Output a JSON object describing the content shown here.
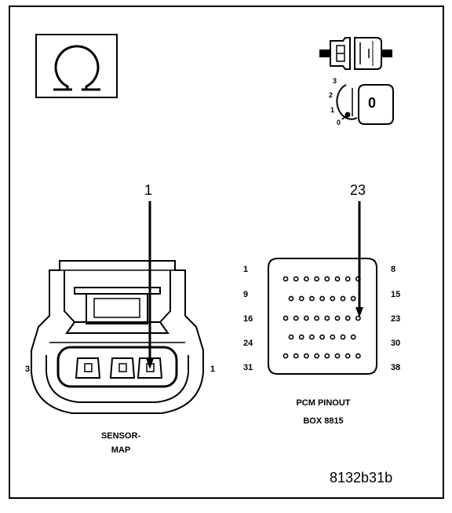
{
  "connector": {
    "callout_pin": "1",
    "end_left": "3",
    "end_right": "1",
    "caption_line1": "SENSOR-",
    "caption_line2": "MAP"
  },
  "pcm": {
    "callout_pin": "23",
    "row_left_labels": [
      "1",
      "9",
      "16",
      "24",
      "31"
    ],
    "row_right_labels": [
      "8",
      "15",
      "23",
      "30",
      "38"
    ],
    "caption_line1": "PCM PINOUT",
    "caption_line2": "BOX 8815"
  },
  "key_switch": {
    "positions": [
      "3",
      "2",
      "1",
      "0"
    ],
    "key_label": "0"
  },
  "figure_id": "8132b31b",
  "icons": {
    "meter": "ohm-icon",
    "disconnect": "connector-disconnect-icon",
    "ignition": "ignition-key-icon"
  }
}
